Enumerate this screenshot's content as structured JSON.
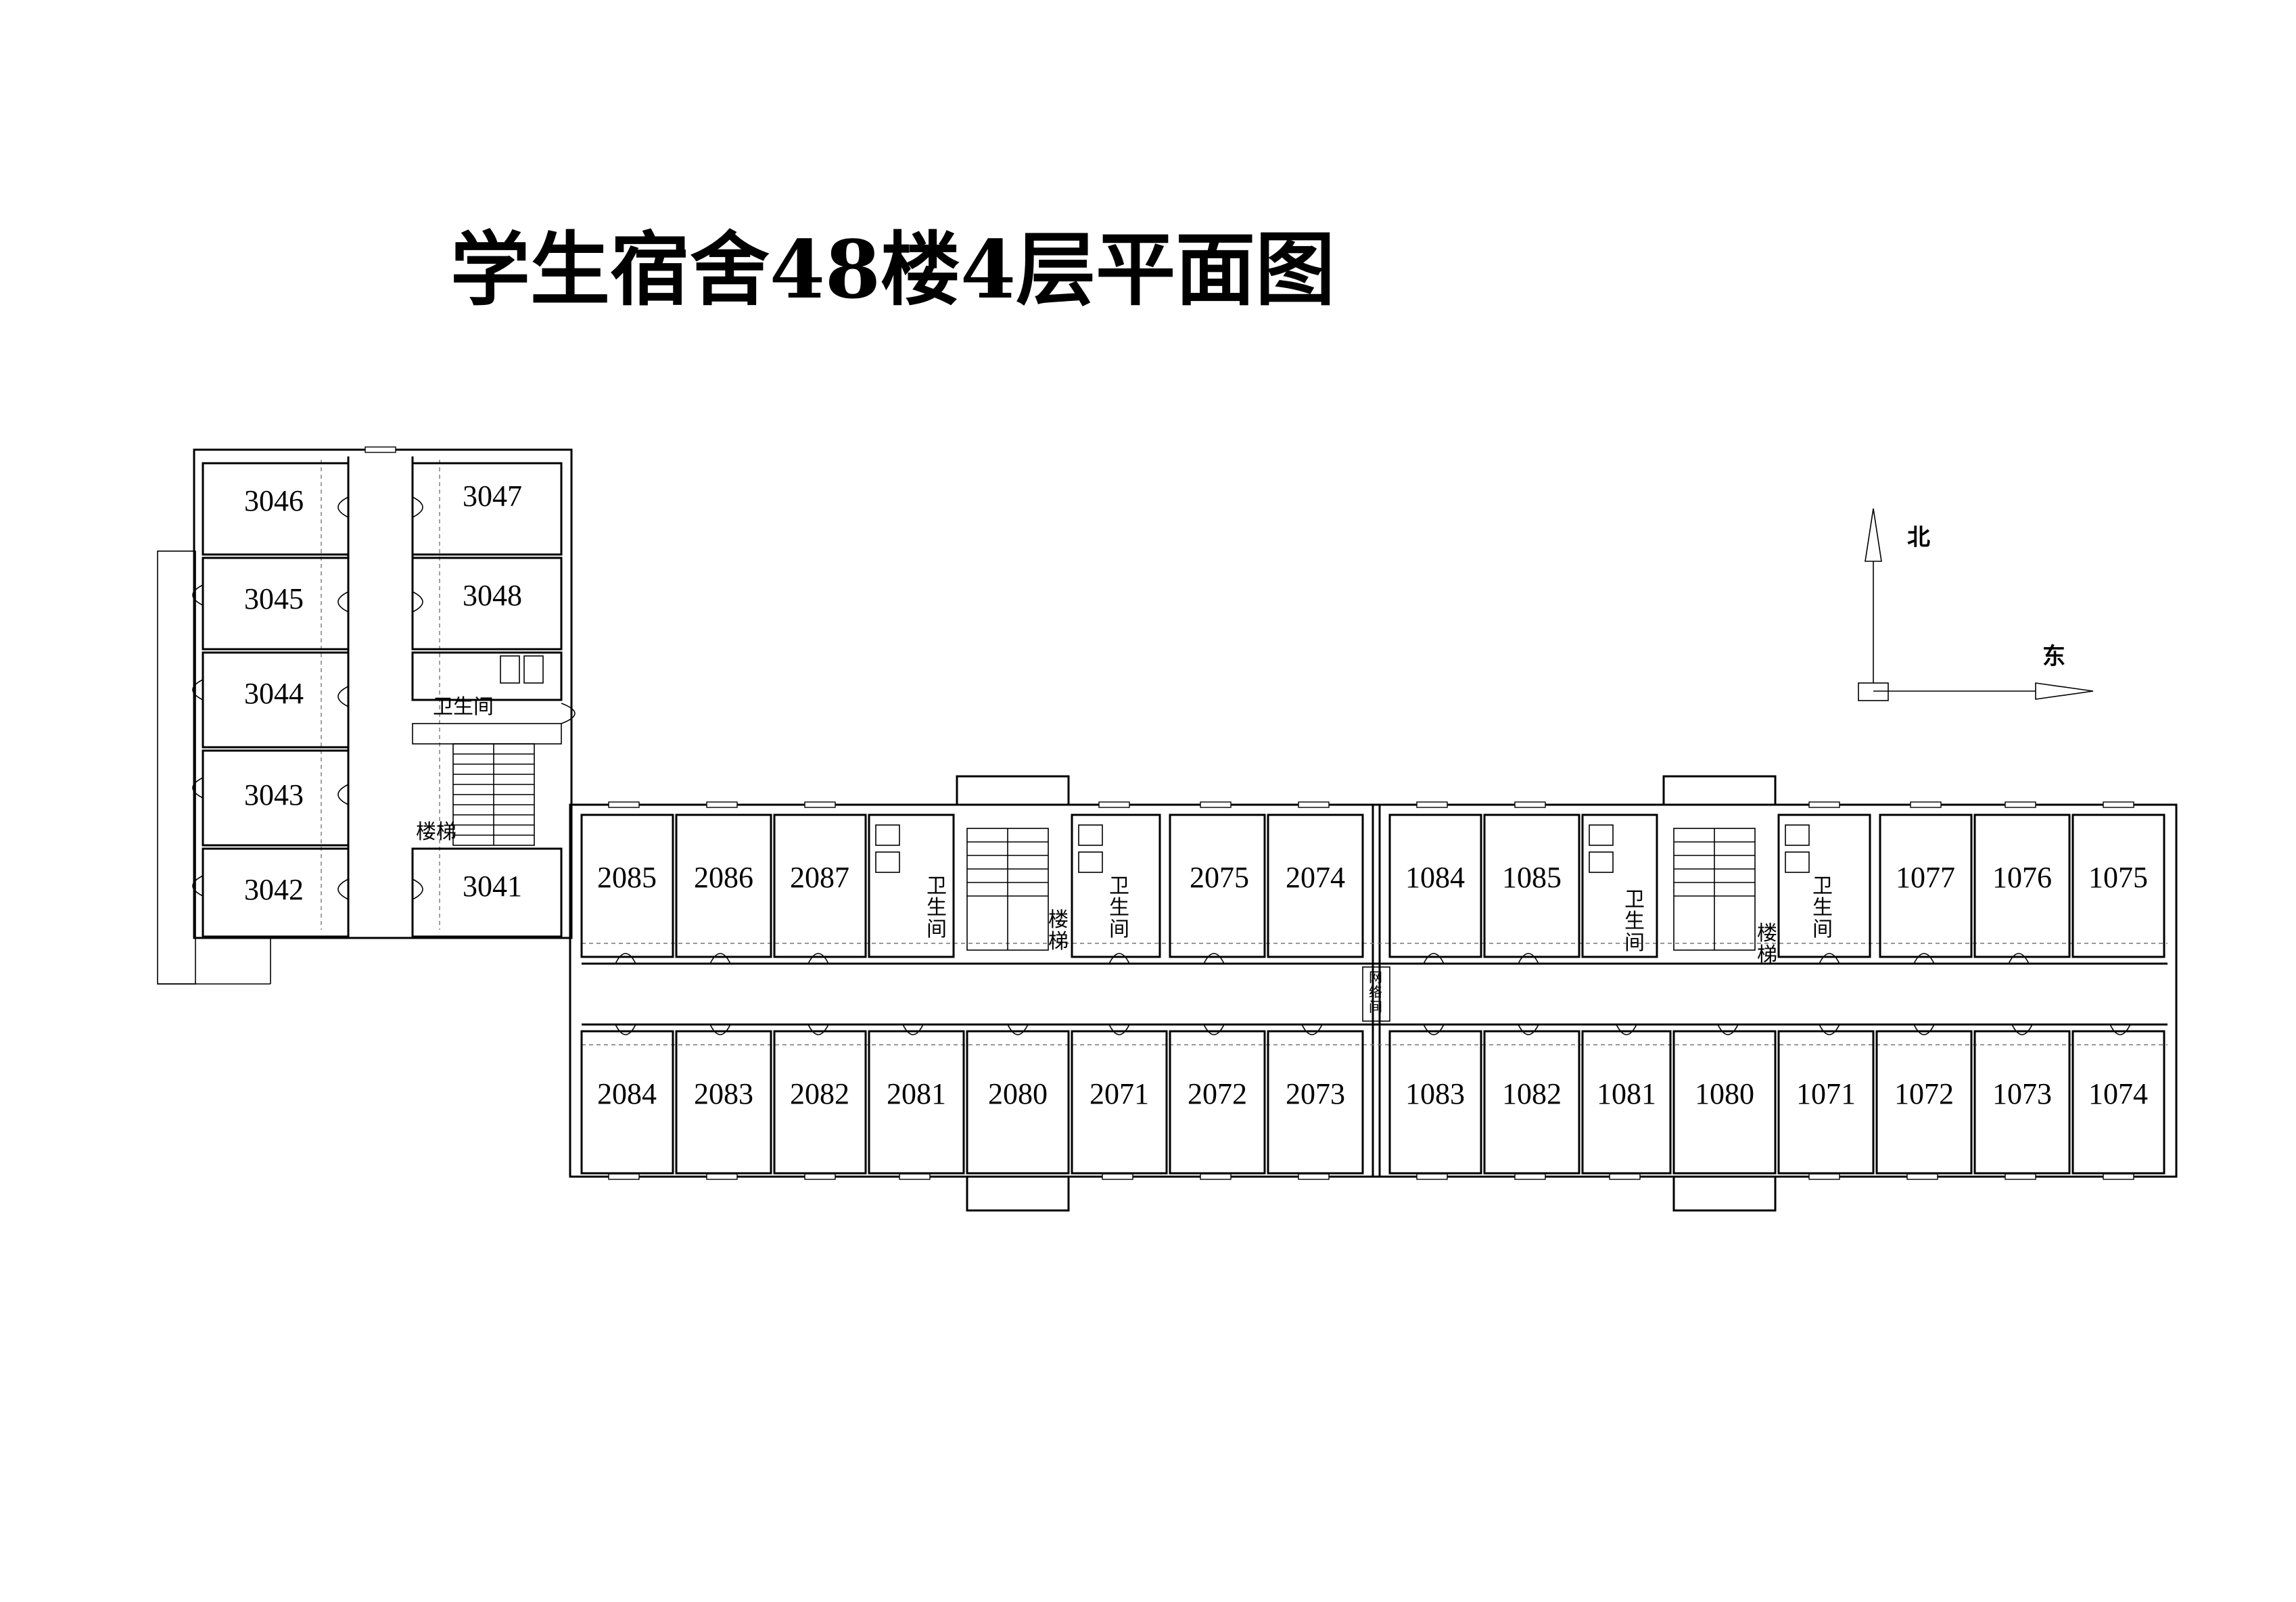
{
  "title": "学生宿舍48楼4层平面图",
  "compass": {
    "north": "北",
    "east": "东"
  },
  "labels": {
    "restroom": "卫生间",
    "stairs": "楼梯",
    "network_room": "网络间"
  },
  "west_wing": {
    "left_rooms": [
      "3046",
      "3045",
      "3044",
      "3043",
      "3042"
    ],
    "right_rooms": [
      "3047",
      "3048",
      "3041"
    ]
  },
  "main_north_rooms": [
    "2085",
    "2086",
    "2087",
    "2075",
    "2074",
    "1084",
    "1085",
    "1077",
    "1076",
    "1075"
  ],
  "main_south_rooms": [
    "2084",
    "2083",
    "2082",
    "2081",
    "2080",
    "2071",
    "2072",
    "2073",
    "1083",
    "1082",
    "1081",
    "1080",
    "1071",
    "1072",
    "1073",
    "1074"
  ]
}
